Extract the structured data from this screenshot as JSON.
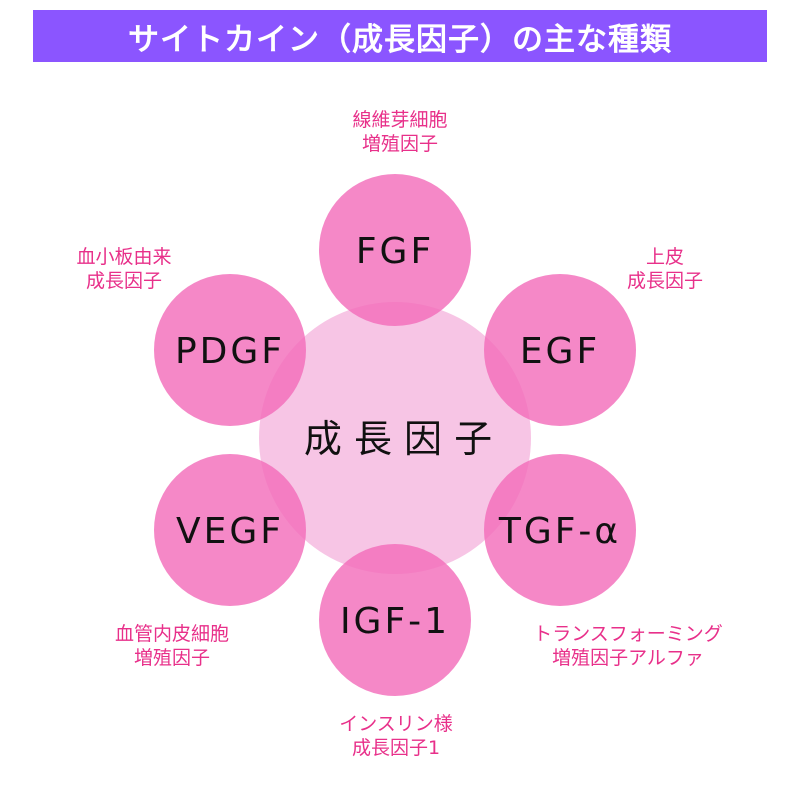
{
  "title": "サイトカイン（成長因子）の主な種類",
  "center": {
    "label": "成 長 因 子"
  },
  "colors": {
    "banner": "#8B55FF",
    "center": "#F7C5E5",
    "outer": "#F36AB9",
    "label": "#E8308A"
  },
  "factors": [
    {
      "abbr": "FGF",
      "line1": "線維芽細胞",
      "line2": "増殖因子"
    },
    {
      "abbr": "EGF",
      "line1": "上皮",
      "line2": "成長因子"
    },
    {
      "abbr": "TGF-α",
      "line1": "トランスフォーミング",
      "line2": "増殖因子アルファ"
    },
    {
      "abbr": "IGF-1",
      "line1": "インスリン様",
      "line2": "成長因子1"
    },
    {
      "abbr": "VEGF",
      "line1": "血管内皮細胞",
      "line2": "増殖因子"
    },
    {
      "abbr": "PDGF",
      "line1": "血小板由来",
      "line2": "成長因子"
    }
  ]
}
